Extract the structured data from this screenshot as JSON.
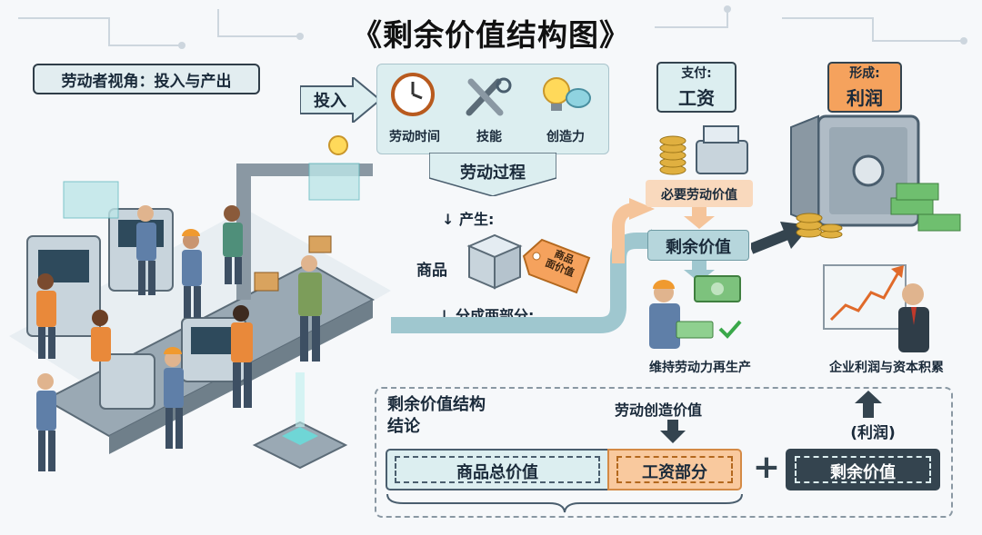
{
  "title": "《剩余价值结构图》",
  "perspective": "劳动者视角：投入与产出",
  "input_label": "投入",
  "inputs": [
    "劳动时间",
    "技能",
    "创造力"
  ],
  "labor_process": "劳动过程",
  "produce": "↓ 产生:",
  "commodity": "商品",
  "commodity_tag": "商品\n面价值",
  "split": "↓ 分成两部分:",
  "pay_header": "支付:",
  "wage": "工资",
  "necessary_value": "必要劳动价值",
  "surplus_value": "剩余价值",
  "reproduce": "维持劳动力再生产",
  "form_header": "形成:",
  "profit": "利润",
  "profit_accum": "企业利润与资本积累",
  "conclusion": {
    "title": "剩余价值结构\n结论",
    "labor_created": "劳动创造价值",
    "total_value": "商品总价值",
    "wage_part": "工资部分",
    "plus": "+",
    "profit_paren": "(利润)",
    "surplus": "剩余价值"
  },
  "colors": {
    "orange": "#f5a25d",
    "dark": "#34444f",
    "teal": "#dceef0",
    "line": "#4a5e6e"
  }
}
